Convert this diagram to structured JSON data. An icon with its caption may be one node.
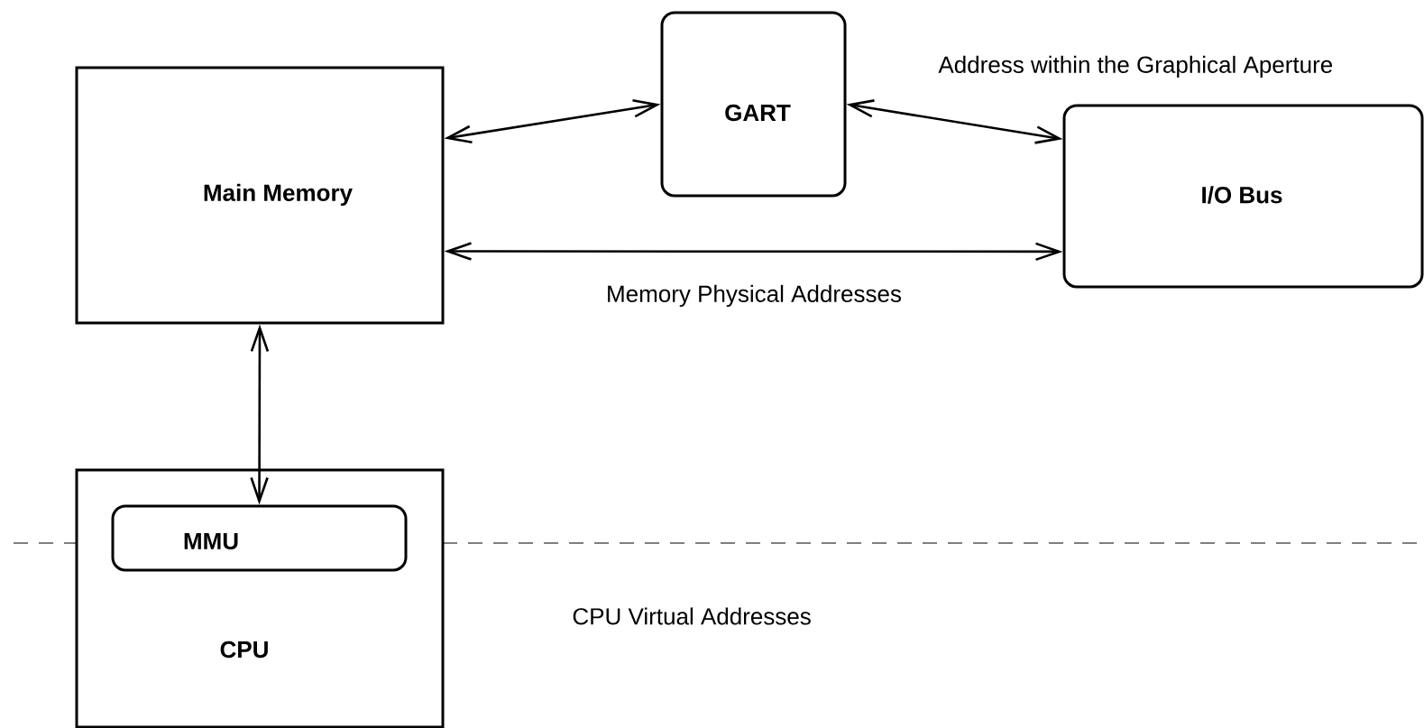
{
  "diagram": {
    "nodes": [
      {
        "text": [
          "Main Memory"
        ]
      },
      {
        "text": [
          "GART"
        ]
      },
      {
        "text": [
          "I/O Bus"
        ]
      },
      {
        "text": [
          "CPU"
        ]
      },
      {
        "text": [
          "MMU"
        ],
        "in": 3
      }
    ],
    "edges": [
      {
        "from": 0,
        "to": 1,
        "arrow": "both"
      },
      {
        "from": 1,
        "to": 2,
        "arrow": "both"
      },
      {
        "from": 0,
        "to": 2,
        "arrow": "both"
      },
      {
        "from": 0,
        "to": 4,
        "arrow": "both"
      }
    ],
    "labels": [
      "Address within the Graphical Aperture",
      "Memory Physical Addresses",
      "CPU Virtual Addresses"
    ]
  }
}
